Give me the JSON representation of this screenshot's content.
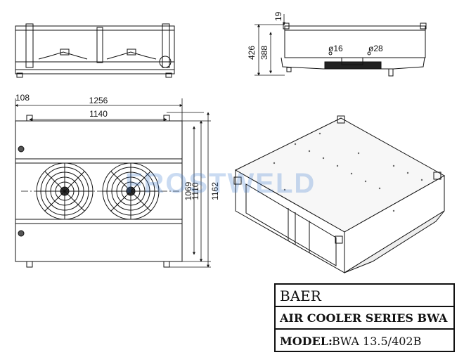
{
  "dimensions": {
    "top_left_offset": "108",
    "overall_width": "1256",
    "bracket_span": "1140",
    "depth_1069": "1069",
    "depth_1110": "1110",
    "depth_1162": "1162",
    "side_height_426": "426",
    "side_height_388": "388",
    "side_top_19": "19",
    "pipe_16": "ø16",
    "pipe_28": "ø28"
  },
  "watermark": "FROSTWELD",
  "title_block": {
    "brand": "BAER",
    "series": "AIR COOLER SERIES BWA",
    "model_label": "MODEL:",
    "model_value": "BWA 13.5/402B"
  }
}
